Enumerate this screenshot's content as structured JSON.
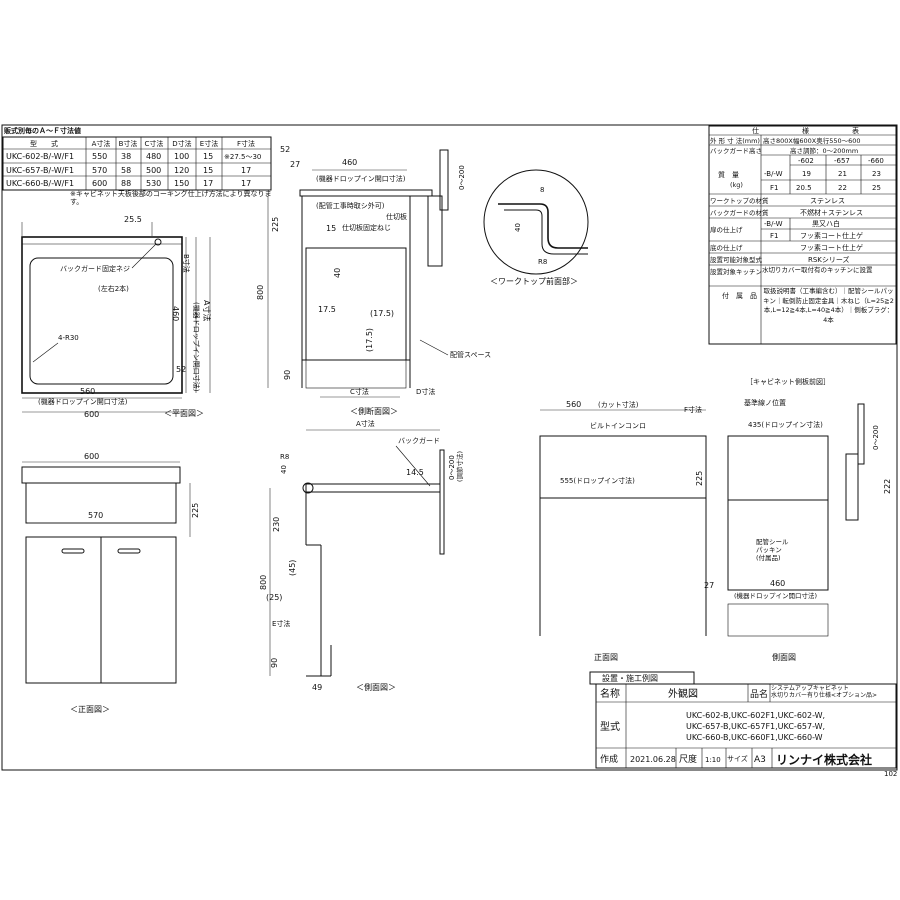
{
  "dims_table": {
    "title": "販式別毎のＡ～Ｆ寸法値",
    "headers": [
      "型　　式",
      "A寸法",
      "B寸法",
      "C寸法",
      "D寸法",
      "E寸法",
      "F寸法"
    ],
    "rows": [
      [
        "UKC-602-B/-W/F1",
        "550",
        "38",
        "480",
        "100",
        "15",
        "※27.5～30"
      ],
      [
        "UKC-657-B/-W/F1",
        "570",
        "58",
        "500",
        "120",
        "15",
        "17"
      ],
      [
        "UKC-660-B/-W/F1",
        "600",
        "88",
        "530",
        "150",
        "17",
        "17"
      ]
    ],
    "note": "※キャビネット天板後部のコーキング仕上げ方法により異なります。"
  },
  "spec_table": {
    "header": [
      "仕",
      "様",
      "表"
    ],
    "rows": [
      {
        "label": "外 形 寸 法(mm)",
        "value": "高さ800X幅600X奥行550～600"
      },
      {
        "label": "バックガード高さ",
        "value": "高さ調節：0～200mm"
      },
      {
        "label": "質　量",
        "unit": "(kg)",
        "cols": [
          "-602",
          "-657",
          "-660"
        ],
        "sub": [
          [
            "-B/-W",
            "19",
            "21",
            "23"
          ],
          [
            "F1",
            "20.5",
            "22",
            "25"
          ]
        ]
      },
      {
        "label": "ワークトップの材質",
        "value": "ステンレス"
      },
      {
        "label": "バックガードの材質",
        "value": "不燃材＋ステンレス"
      },
      {
        "label": "扉の仕上げ",
        "sub": [
          [
            "-B/-W",
            "黒又ハ白"
          ],
          [
            "F1",
            "フッ素コート仕上ゲ"
          ]
        ]
      },
      {
        "label": "底の仕上げ",
        "value": "フッ素コート仕上ゲ"
      },
      {
        "label": "設置可能対象型式",
        "value": "RSKシリーズ"
      },
      {
        "label": "設置対象キッチン",
        "value": "水切りカバー取付有のキッチンに設置"
      },
      {
        "label": "付　属　品",
        "value": "取扱説明書（工事編含む）｜配管シールパッキン｜転倒防止固定金具｜木ねじ（L=25≧2本,L=12≧4本,L=40≧4本）｜側板ブラグ：4本"
      }
    ]
  },
  "views": {
    "plan": "＜平面図＞",
    "side_section": "＜側断面図＞",
    "front": "＜正面図＞",
    "side": "＜側面図＞",
    "worktop_front": "＜ワークトップ前面部＞",
    "cabinet_side_section": "［キャビネット側板前図］",
    "example_title": "設置・施工例図",
    "ex_front": "正面図",
    "ex_side": "側面図"
  },
  "labels": {
    "backguard_screw": "バックガード固定ネジ",
    "left_right_2": "(左右2本)",
    "r30": "4-R30",
    "dropin_opening": "(機器ドロップイン開口寸法)",
    "dropin_opening_v": "(機器ドロップイン開口寸法)",
    "a_dim": "A寸法",
    "b_dim": "B寸法",
    "c_dim": "C寸法",
    "d_dim": "D寸法",
    "e_dim": "E寸法",
    "f_dim": "F寸法",
    "piping_note": "(配管工事時取シ外可)",
    "partition": "仕切板",
    "partition_screw": "仕切板固定ねじ",
    "piping_space": "配管スペース",
    "backguard": "バックガード",
    "adjustable": "(調節寸法)",
    "builtin_stove": "ビルトインコンロ",
    "cut_dim": "(カット寸法)",
    "dropin_555": "555(ドロップイン寸法)",
    "dropin_435": "435(ドロップイン寸法)",
    "base_line": "基準線ノ位置",
    "seal_packing": "配管シール\nパッキン\n(付属品)"
  },
  "numbers": {
    "n52": "52",
    "n27": "27",
    "n460": "460",
    "n0_200": "0～200",
    "n225": "225",
    "n15": "15",
    "n40": "40",
    "n800": "800",
    "n17_5": "17.5",
    "n17_5p": "(17.5)",
    "n90": "90",
    "n25_5": "25.5",
    "n600": "600",
    "n560": "560",
    "n570": "570",
    "n230": "230",
    "n45": "(45)",
    "n25": "(25)",
    "n49": "49",
    "n14_5": "14.5",
    "n8": "8",
    "r8": "R8",
    "n222": "222",
    "n435": "435"
  },
  "title_block": {
    "name_label": "名称",
    "name": "外観図",
    "product_label": "品名",
    "product": "システムアップキャビネット\n水切りカバー有り仕様<オプション品>",
    "model_label": "型式",
    "models": [
      "UKC-602-B,UKC-602F1,UKC-602-W,",
      "UKC-657-B,UKC-657F1,UKC-657-W,",
      "UKC-660-B,UKC-660F1,UKC-660-W"
    ],
    "made_label": "作成",
    "date": "2021.06.28",
    "scale_label": "尺度",
    "scale": "1:10",
    "size_label": "サイズ",
    "size": "A3",
    "company": "リンナイ株式会社",
    "page": "102"
  }
}
